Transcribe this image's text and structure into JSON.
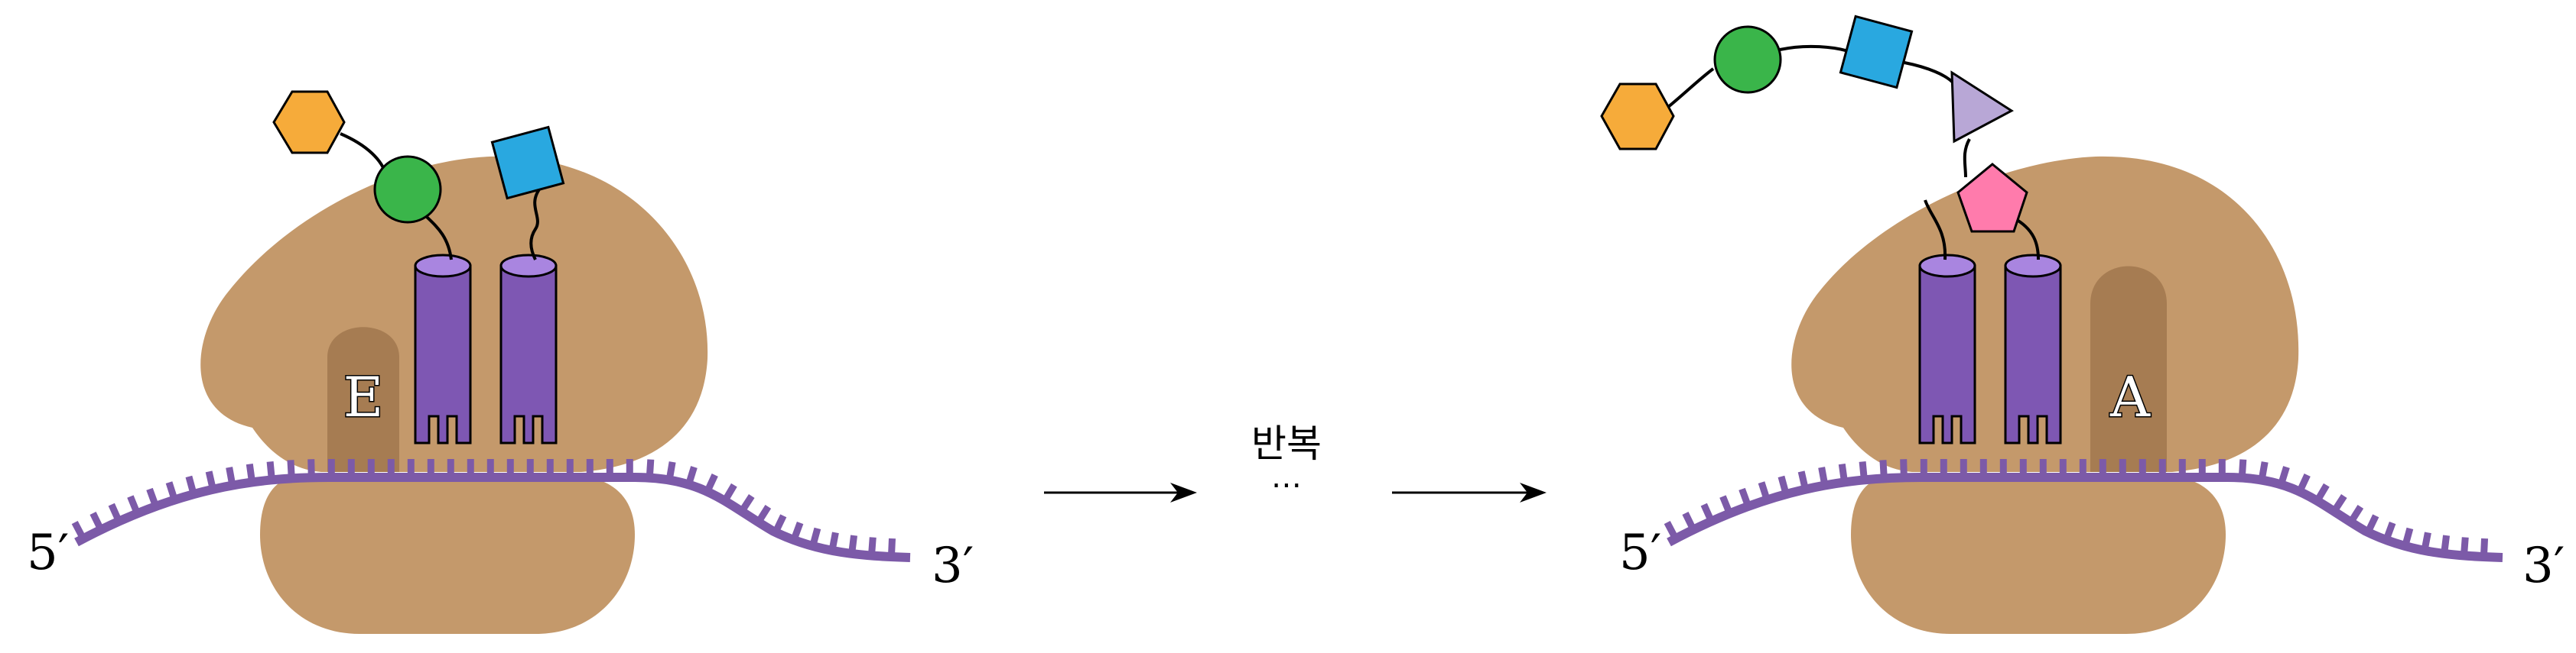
{
  "left_panel": {
    "site_label": "E",
    "five_prime_label": "5′",
    "three_prime_label": "3′"
  },
  "middle": {
    "step_label": "반복",
    "ellipsis": "⋯"
  },
  "right_panel": {
    "site_label": "A",
    "five_prime_label": "5′",
    "three_prime_label": "3′"
  },
  "colors": {
    "ribosome": "#c4996b",
    "ribosome_site": "#a67c52",
    "mrna": "#7c5aa8",
    "trna": "#7e57b3",
    "trna_top": "#a985e0",
    "hexagon": "#f6ab3a",
    "circle": "#3ab54a",
    "square": "#29a8e0",
    "pentagon": "#ff7bac",
    "triangle": "#b8a7d6"
  }
}
